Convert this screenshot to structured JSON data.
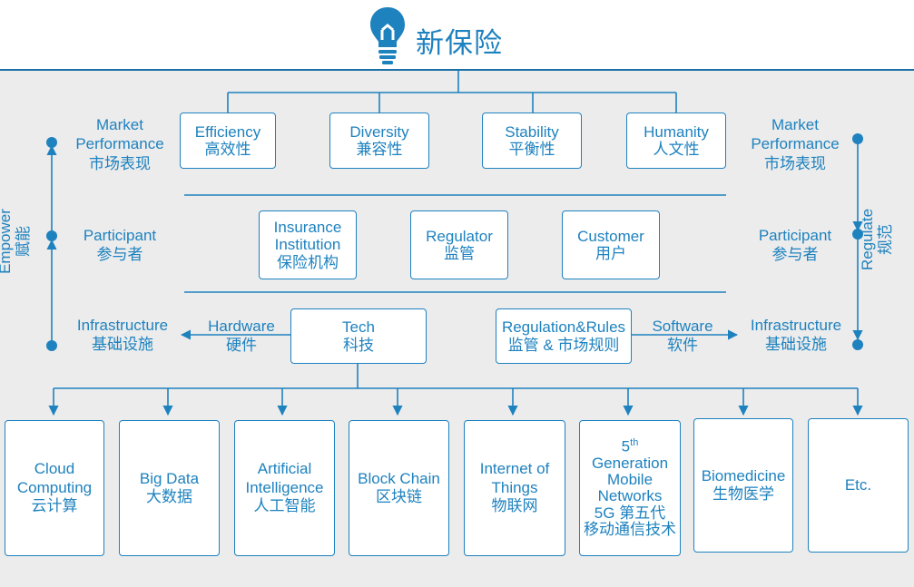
{
  "title": "新保险",
  "colors": {
    "primary": "#1e82bf",
    "band": "#ececec"
  },
  "icon": "lightbulb-icon",
  "values": [
    {
      "en": "Efficiency",
      "zh": "高效性"
    },
    {
      "en": "Diversity",
      "zh": "兼容性"
    },
    {
      "en": "Stability",
      "zh": "平衡性"
    },
    {
      "en": "Humanity",
      "zh": "人文性"
    }
  ],
  "participants": [
    {
      "en1": "Insurance",
      "en2": "Institution",
      "zh": "保险机构"
    },
    {
      "en": "Regulator",
      "zh": "监管"
    },
    {
      "en": "Customer",
      "zh": "用户"
    }
  ],
  "tech": {
    "en": "Tech",
    "zh": "科技"
  },
  "regulation": {
    "en": "Regulation&Rules",
    "zh": "监管 & 市场规则"
  },
  "hardware": {
    "en": "Hardware",
    "zh": "硬件"
  },
  "software": {
    "en": "Software",
    "zh": "软件"
  },
  "left_axis": {
    "top": {
      "en1": "Market",
      "en2": "Performance",
      "zh": "市场表现"
    },
    "mid": {
      "en": "Participant",
      "zh": "参与者"
    },
    "bottom": {
      "en": "Infrastructure",
      "zh": "基础设施"
    },
    "side_en": "Empower",
    "side_zh": "赋能"
  },
  "right_axis": {
    "top": {
      "en1": "Market",
      "en2": "Performance",
      "zh": "市场表现"
    },
    "mid": {
      "en": "Participant",
      "zh": "参与者"
    },
    "bottom": {
      "en": "Infrastructure",
      "zh": "基础设施"
    },
    "side_en": "Regulate",
    "side_zh": "规范"
  },
  "techs": [
    {
      "lines": [
        "Cloud",
        "Computing",
        "云计算"
      ]
    },
    {
      "lines": [
        "Big Data",
        "大数据"
      ]
    },
    {
      "lines": [
        "Artificial",
        "Intelligence",
        "人工智能"
      ]
    },
    {
      "lines": [
        "Block Chain",
        "区块链"
      ]
    },
    {
      "lines": [
        "Internet of",
        "Things",
        "物联网"
      ]
    },
    {
      "num": "5",
      "sup": "th",
      "lines": [
        "Generation",
        "Mobile",
        "Networks",
        "5G 第五代",
        "移动通信技术"
      ]
    },
    {
      "lines": [
        "Biomedicine",
        "生物医学"
      ]
    },
    {
      "lines": [
        "Etc."
      ]
    }
  ]
}
